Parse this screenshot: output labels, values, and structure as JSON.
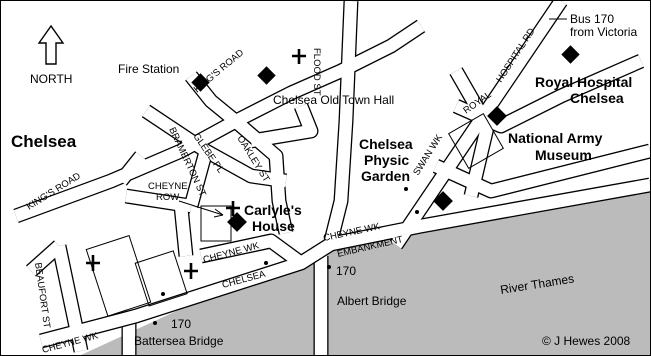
{
  "north": {
    "label": "NORTH"
  },
  "river": {
    "label": "River Thames",
    "color": "#bbbbbb"
  },
  "district": {
    "label": "Chelsea"
  },
  "streets": {
    "kings_road_upper": "KING'S ROAD",
    "kings_road_lower": "KING'S ROAD",
    "flood_st": "FLOOD ST",
    "glebe_pl": "GLEBE PL",
    "bramerton_st": "BRAMERTON ST",
    "oakley_st": "OAKLEY ST",
    "beaufort_st": "BEAUFORT ST",
    "cheyne_wk_east": "CHEYNE WK",
    "cheyne_wk_mid": "CHEYNE WK",
    "cheyne_wk_west": "CHEYNE WK",
    "chelsea_emb": "CHELSEA",
    "embankment": "EMBANKMENT",
    "swan_wk": "SWAN WK",
    "royal_hospital_rd": "ROYAL HOSPITAL RD",
    "royal_hospital_rd_a": "ROYAL",
    "royal_hospital_rd_b": "HOSPITAL RD"
  },
  "places": {
    "fire_station": "Fire Station",
    "old_town_hall": "Chelsea Old Town Hall",
    "cheyne_row_1": "CHEYNE",
    "cheyne_row_2": "ROW",
    "carlyles_1": "Carlyle's",
    "carlyles_2": "House",
    "physic_1": "Chelsea",
    "physic_2": "Physic",
    "physic_3": "Garden",
    "hospital_1": "Royal Hospital",
    "hospital_2": "Chelsea",
    "army_1": "National Army",
    "army_2": "Museum",
    "albert_bridge": "Albert Bridge",
    "battersea_bridge": "Battersea Bridge"
  },
  "bus": {
    "line1": "Bus 170",
    "line2": "from Victoria",
    "stop_east": "170",
    "stop_west": "170"
  },
  "copyright": "© J Hewes 2008"
}
